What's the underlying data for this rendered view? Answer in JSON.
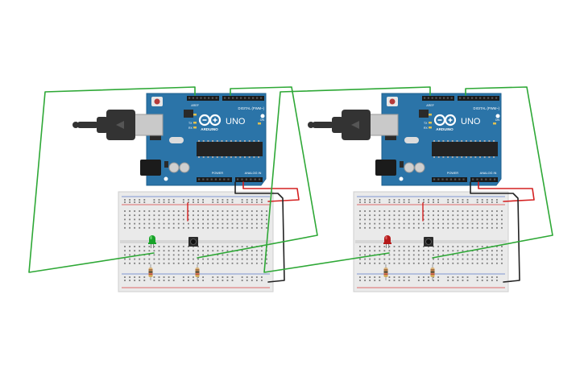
{
  "circuits": [
    {
      "id": "left",
      "board": {
        "model_text": "UNO",
        "brand_text": "ARDUINO",
        "digital_label": "DIGITAL (PWM~)",
        "power_label": "POWER",
        "analog_label": "ANALOG IN",
        "aref_label": "AREF",
        "tx_label": "TX",
        "rx_label": "RX",
        "l_label": "L",
        "on_label": "ON"
      },
      "led": {
        "color": "#19a32a",
        "highlight": "#7ee085"
      },
      "wires": {
        "signal": "#2ea836",
        "power": "#d42020",
        "ground": "#222222"
      }
    },
    {
      "id": "right",
      "board": {
        "model_text": "UNO",
        "brand_text": "ARDUINO",
        "digital_label": "DIGITAL (PWM~)",
        "power_label": "POWER",
        "analog_label": "ANALOG IN",
        "aref_label": "AREF",
        "tx_label": "TX",
        "rx_label": "RX",
        "l_label": "L",
        "on_label": "ON"
      },
      "led": {
        "color": "#b51b1b",
        "highlight": "#e06a6a"
      },
      "wires": {
        "signal": "#2ea836",
        "power": "#d42020",
        "ground": "#222222"
      }
    }
  ],
  "colors": {
    "board": "#2b74a8",
    "board_dark": "#1f5f8e",
    "breadboard": "#eaeaea",
    "breadboard_hole": "#7a7a7a",
    "rail_red": "#d94040",
    "rail_blue": "#5a7ac9",
    "usb_cable": "#333333",
    "usb_metal": "#c9c9c9"
  }
}
